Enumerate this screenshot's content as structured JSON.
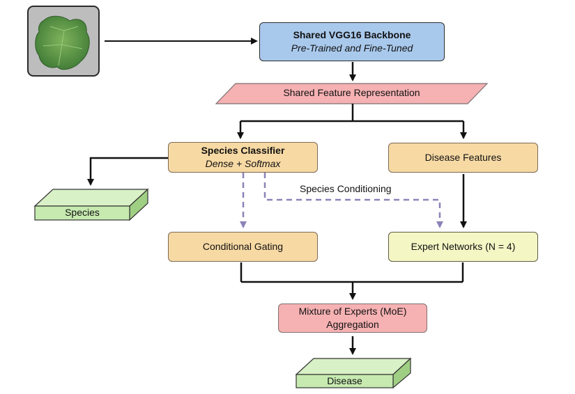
{
  "backbone": {
    "title": "Shared VGG16 Backbone",
    "subtitle": "Pre-Trained and Fine-Tuned"
  },
  "feature_representation": "Shared Feature Representation",
  "species_classifier": {
    "title": "Species Classifier",
    "subtitle": "Dense + Softmax"
  },
  "disease_features": "Disease Features",
  "species_output": "Species",
  "species_conditioning": "Species Conditioning",
  "conditional_gating": "Conditional Gating",
  "expert_networks": "Expert Networks (N = 4)",
  "moe": {
    "line1": "Mixture of Experts (MoE)",
    "line2": "Aggregation"
  },
  "disease_output": "Disease",
  "colors": {
    "backbone": "#a9c9ec",
    "feature": "#f6b1b3",
    "classifier": "#f7d9a4",
    "expert": "#f4f6c4",
    "output": "#c6eab0",
    "dashed_arrow": "#8c82b8"
  },
  "input_image": "leaf-image"
}
